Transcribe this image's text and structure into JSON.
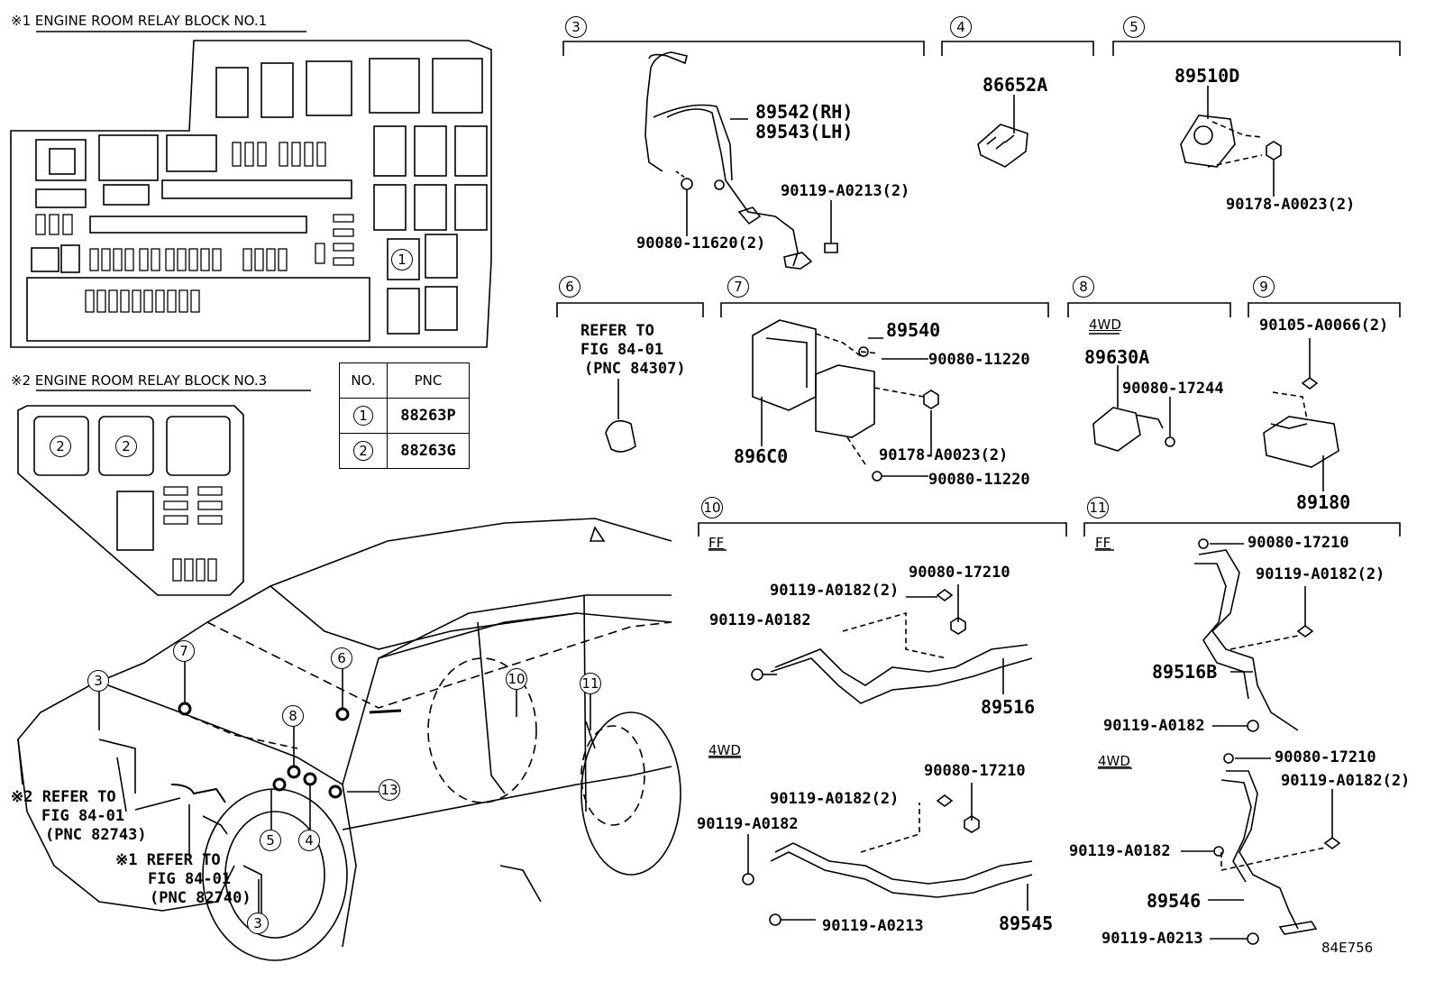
{
  "block1": {
    "title": "※1 ENGINE ROOM RELAY BLOCK NO.1",
    "marker": "1"
  },
  "block3": {
    "title": "※2 ENGINE ROOM RELAY BLOCK NO.3",
    "marker": "2"
  },
  "pnc_table": {
    "headers": [
      "NO.",
      "PNC"
    ],
    "rows": [
      {
        "no": "1",
        "pnc": "88263P"
      },
      {
        "no": "2",
        "pnc": "88263G"
      }
    ]
  },
  "groups": {
    "g3": {
      "num": "3",
      "parts": [
        "89542(RH)",
        "89543(LH)",
        "90119-A0213(2)",
        "90080-11620(2)"
      ]
    },
    "g4": {
      "num": "4",
      "parts": [
        "86652A"
      ]
    },
    "g5": {
      "num": "5",
      "parts": [
        "89510D",
        "90178-A0023(2)"
      ]
    },
    "g6": {
      "num": "6",
      "refer": [
        "REFER TO",
        "FIG 84-01",
        "(PNC 84307)"
      ]
    },
    "g7": {
      "num": "7",
      "parts": [
        "89540",
        "90080-11220",
        "896C0",
        "90178-A0023(2)",
        "90080-11220"
      ]
    },
    "g8": {
      "num": "8",
      "variant": "4WD",
      "parts": [
        "89630A",
        "90080-17244"
      ]
    },
    "g9": {
      "num": "9",
      "parts": [
        "90105-A0066(2)",
        "89180"
      ]
    },
    "g10": {
      "num": "10",
      "ff": "FF",
      "wd": "4WD",
      "ff_parts": [
        "90080-17210",
        "90119-A0182(2)",
        "90119-A0182",
        "89516"
      ],
      "wd_parts": [
        "90080-17210",
        "90119-A0182(2)",
        "90119-A0182",
        "90119-A0213",
        "89545"
      ]
    },
    "g11": {
      "num": "11",
      "ff": "FF",
      "wd": "4WD",
      "ff_parts": [
        "90080-17210",
        "90119-A0182(2)",
        "89516B",
        "90119-A0182"
      ],
      "wd_parts": [
        "90080-17210",
        "90119-A0182(2)",
        "90119-A0182",
        "89546",
        "90119-A0213"
      ]
    }
  },
  "vehicle_refs": {
    "ref2": [
      "※2 REFER TO",
      "FIG 84-01",
      "(PNC 82743)"
    ],
    "ref1": [
      "※1 REFER TO",
      "FIG 84-01",
      "(PNC 82740)"
    ],
    "callouts": [
      "3",
      "7",
      "6",
      "10",
      "11",
      "8",
      "5",
      "4",
      "13",
      "3"
    ]
  },
  "figure_code": "84E756"
}
